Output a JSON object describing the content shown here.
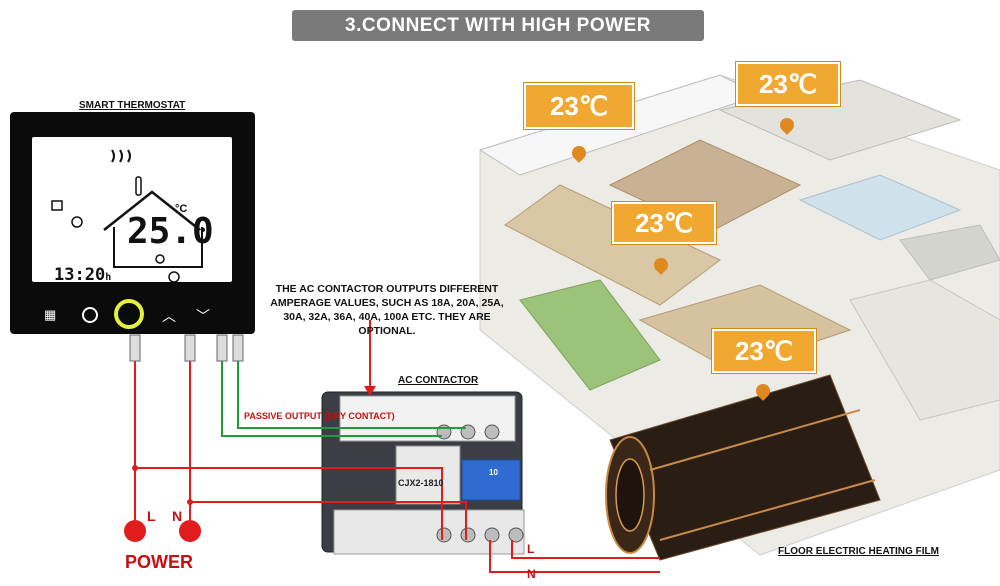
{
  "banner": {
    "title": "3.CONNECT WITH HIGH POWER"
  },
  "thermostat": {
    "label": "SMART THERMOSTAT",
    "temperature": "25.0",
    "temp_unit": "°C",
    "time": "13:20",
    "time_suffix": "h"
  },
  "note": {
    "text": "THE AC CONTACTOR OUTPUTS DIFFERENT AMPERAGE VALUES, SUCH AS 18A, 20A, 25A, 30A, 32A, 36A, 40A, 100A ETC. THEY ARE OPTIONAL."
  },
  "contactor": {
    "label": "AC CONTACTOR",
    "passive_output": "PASSIVE OUTPUT (DRY CONTACT)",
    "model": "CJX2-1810",
    "terminal_number": "10"
  },
  "power": {
    "label": "POWER",
    "line": "L",
    "neutral": "N"
  },
  "film": {
    "label": "FLOOR ELECTRIC HEATING FILM",
    "line": "L",
    "neutral": "N"
  },
  "rooms": [
    {
      "temp": "23℃"
    },
    {
      "temp": "23℃"
    },
    {
      "temp": "23℃"
    },
    {
      "temp": "23℃"
    }
  ],
  "colors": {
    "wire_red": "#e01c1c",
    "wire_green": "#1e9e3a",
    "tag_orange": "#f0a830",
    "banner_gray": "#7a7a7a"
  }
}
